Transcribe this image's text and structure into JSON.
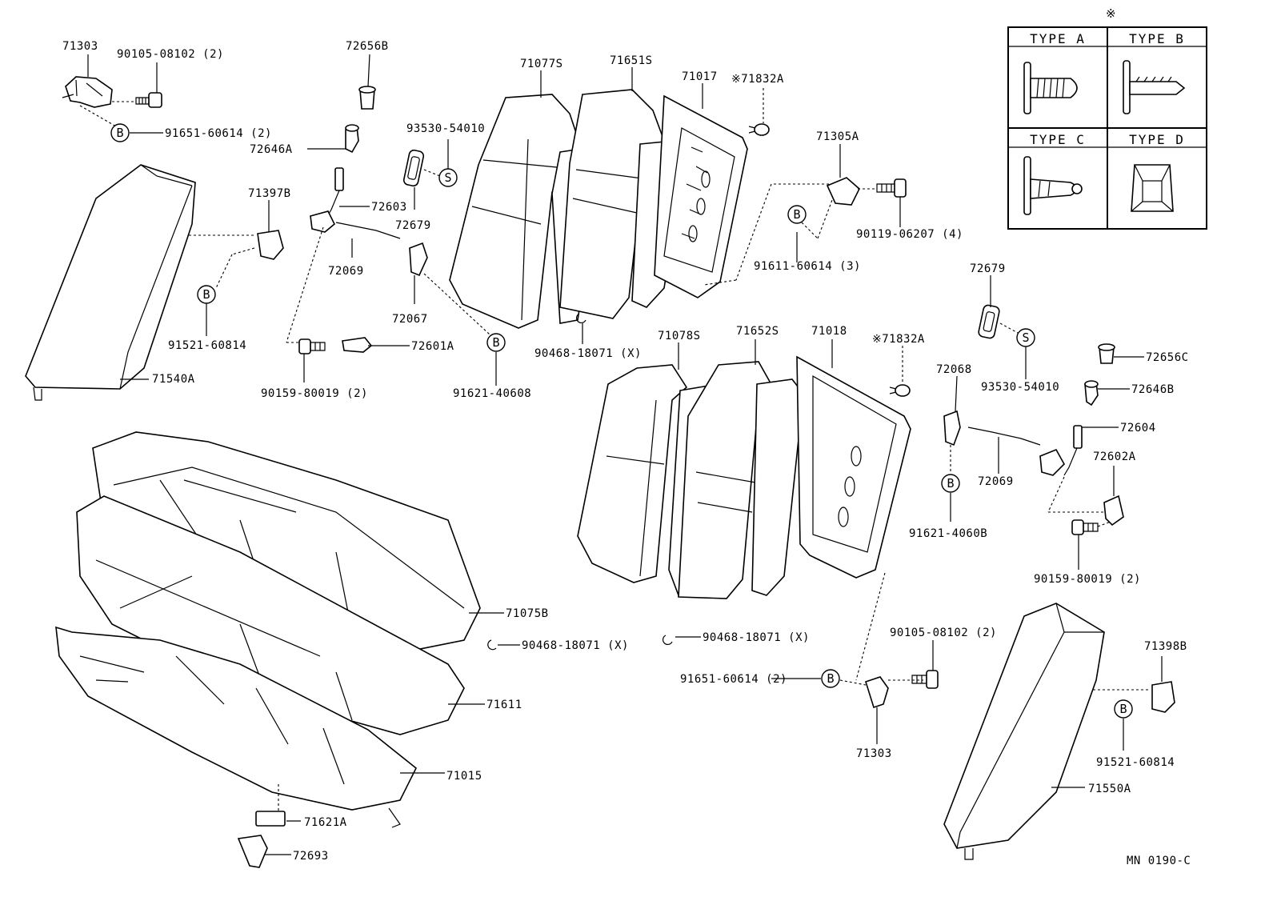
{
  "diagram": {
    "part_labels": [
      "71303",
      "90105-08102 (2)",
      "91651-60614 (2)",
      "72656B",
      "72646A",
      "71397B",
      "72603",
      "72069",
      "72679",
      "72067",
      "93530-54010",
      "91521-60814",
      "71540A",
      "72601A",
      "90159-80019 (2)",
      "91621-40608",
      "71077S",
      "71651S",
      "71017",
      "※71832A",
      "90468-18071 (X)",
      "71305A",
      "90119-06207 (4)",
      "91611-60614 (3)",
      "71078S",
      "71652S",
      "71018",
      "※71832A",
      "72679",
      "93530-54010",
      "72656C",
      "72646B",
      "72068",
      "72604",
      "72069",
      "72602A",
      "91621-4060B",
      "90159-80019 (2)",
      "71075B",
      "90468-18071 (X)",
      "90468-18071 (X)",
      "71611",
      "71015",
      "71621A",
      "72693",
      "90105-08102 (2)",
      "91651-60614 (2)",
      "71303",
      "71398B",
      "91521-60814",
      "71550A",
      "MN 0190-C"
    ],
    "circle_letters": [
      "B",
      "S",
      "B",
      "B",
      "B",
      "B",
      "S",
      "B",
      "B",
      "B"
    ],
    "legend": {
      "symbol": "※",
      "types": [
        "TYPE A",
        "TYPE B",
        "TYPE C",
        "TYPE D"
      ]
    }
  }
}
